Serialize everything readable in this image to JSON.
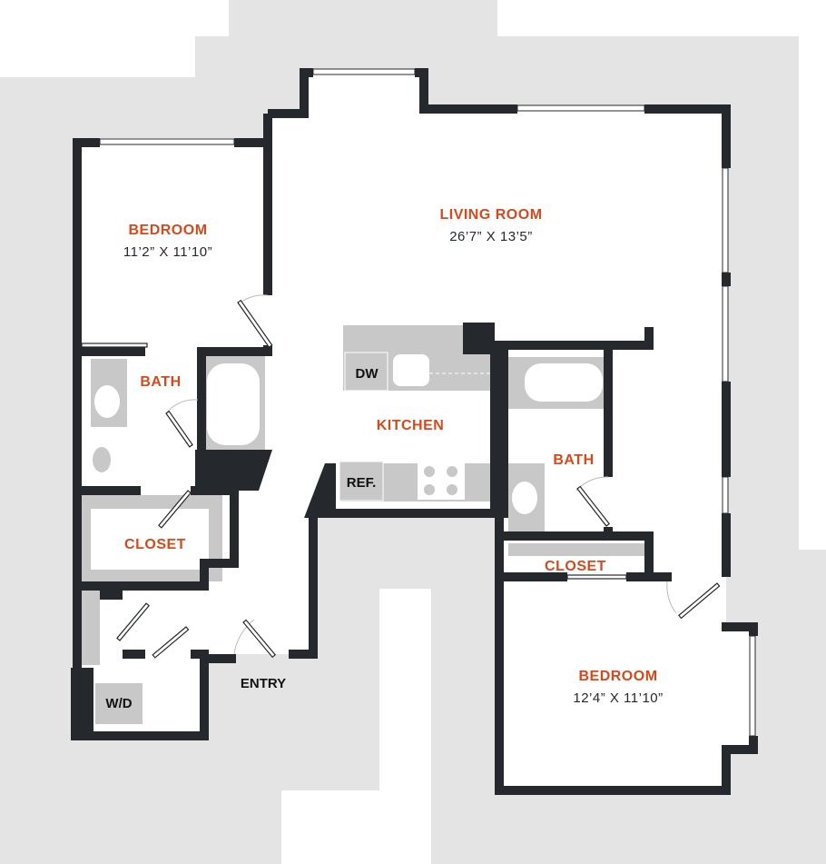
{
  "colors": {
    "wall": "#25282c",
    "accent": "#d9481a",
    "site": "#e4e4e4",
    "fixture": "#c8c8c8"
  },
  "rooms": {
    "bedroom1": {
      "name": "BEDROOM",
      "dims": "11’2” X 11’10”"
    },
    "living": {
      "name": "LIVING ROOM",
      "dims": "26’7” X 13’5”"
    },
    "bath1": {
      "name": "BATH"
    },
    "kitchen": {
      "name": "KITCHEN"
    },
    "bath2": {
      "name": "BATH"
    },
    "closet1": {
      "name": "CLOSET"
    },
    "closet2": {
      "name": "CLOSET"
    },
    "bedroom2": {
      "name": "BEDROOM",
      "dims": "12’4” X 11’10”"
    },
    "entry": {
      "name": "ENTRY"
    }
  },
  "appliances": {
    "dw": "DW",
    "ref": "REF.",
    "wd": "W/D"
  }
}
